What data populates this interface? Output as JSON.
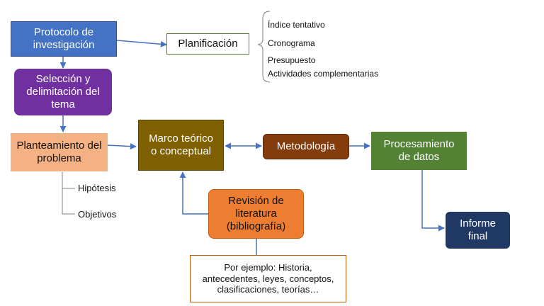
{
  "nodes": {
    "protocolo": "Protocolo de investigación",
    "planificacion": "Planificación",
    "seleccion": "Selección y delimitación del tema",
    "planteamiento": "Planteamiento del problema",
    "marco": "Marco teórico o conceptual",
    "metodologia": "Metodología",
    "procesamiento": "Procesamiento de datos",
    "informe": "Informe final",
    "revision": "Revisión de literatura (bibliografía)",
    "ejemplo": "Por ejemplo: Historia, antecedentes, leyes, conceptos, clasificaciones, teorías…"
  },
  "planificacion_items": [
    "Índice tentativo",
    "Cronograma",
    "Presupuesto",
    "Actividades complementarias"
  ],
  "planteamiento_items": [
    "Hipótesis",
    "Objetivos"
  ],
  "colors": {
    "blue": "#4472c4",
    "purple": "#7030a0",
    "peach": "#f4b183",
    "brown": "#7f6000",
    "rust": "#843c0c",
    "green": "#548235",
    "navy": "#203864",
    "orange": "#ed7d31",
    "connector": "#4472c4"
  }
}
